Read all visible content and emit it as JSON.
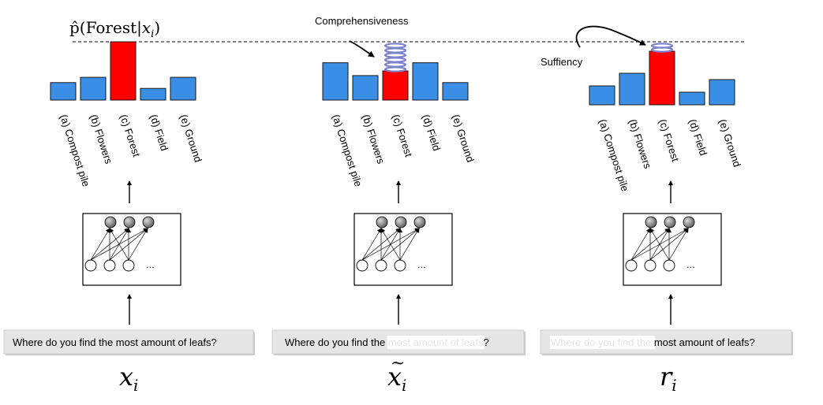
{
  "top_label": {
    "prefix": "p̂(Forest|",
    "var": "x",
    "sub": "i",
    "suffix": ")"
  },
  "annotations": {
    "comprehensiveness": "Comprehensiveness",
    "sufficiency": "Suffiency"
  },
  "colors": {
    "bar": "#3a8ee6",
    "highlight": "#ff0000",
    "coil": "#7b82c9",
    "query_bg": "#e6e6e6",
    "faded_text": "#e6e6e6"
  },
  "category_labels": [
    "(a) Compost pile",
    "(b) Flowers",
    "(c) Forest",
    "(d) Field",
    "(e) Ground"
  ],
  "panels": [
    {
      "id": "xi",
      "var_label": "x",
      "var_sub": "i",
      "var_accent": "",
      "values": [
        0.3,
        0.39,
        1.0,
        0.2,
        0.39
      ],
      "highlight_index": 2,
      "coil": "none",
      "query": [
        {
          "text": "Where do you find the most amount of leafs?",
          "faded": false
        }
      ]
    },
    {
      "id": "x-tilde",
      "var_label": "x",
      "var_sub": "i",
      "var_accent": "~",
      "values": [
        0.64,
        0.42,
        0.5,
        0.64,
        0.3
      ],
      "highlight_index": 2,
      "coil": "above",
      "query": [
        {
          "text": "Where do you find the ",
          "faded": false
        },
        {
          "text": "most amount of leafs",
          "faded": true
        },
        {
          "text": "?",
          "faded": false
        }
      ]
    },
    {
      "id": "ri",
      "var_label": "r",
      "var_sub": "i",
      "var_accent": "",
      "values": [
        0.3,
        0.5,
        0.85,
        0.2,
        0.4
      ],
      "highlight_index": 2,
      "coil": "above",
      "query": [
        {
          "text": "Where do you find the ",
          "faded": true
        },
        {
          "text": "most amount of leafs?",
          "faded": false
        }
      ]
    }
  ],
  "network": {
    "ellipsis": "..."
  }
}
